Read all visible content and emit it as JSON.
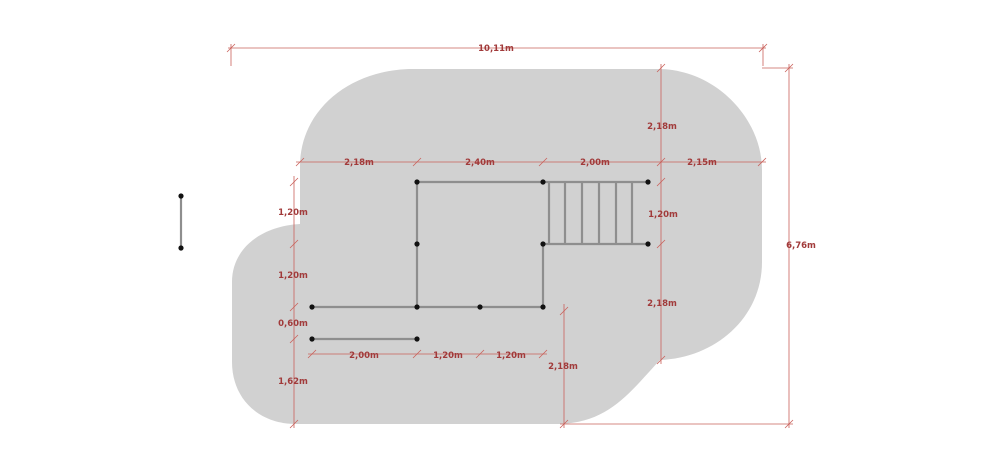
{
  "colors": {
    "surface": "#d1d1d1",
    "dimension": "#c9605a",
    "dimension_text": "#a13a3a",
    "structure": "#8e8e8e",
    "node": "#111111"
  },
  "dimensions": {
    "total_width": "10,11m",
    "total_height": "6,76m",
    "top_right_vertical": "2,18m",
    "middle_right_vertical": "1,20m",
    "lower_right_vertical": "2,18m",
    "bottom_center_vertical": "2,18m",
    "row_segment_1": "2,18m",
    "row_segment_2": "2,40m",
    "row_segment_3": "2,00m",
    "row_segment_4": "2,15m",
    "left_vertical_1": "1,20m",
    "left_vertical_2": "1,20m",
    "left_vertical_3": "0,60m",
    "left_vertical_4": "1,62m",
    "bottom_segment_1": "2,00m",
    "bottom_segment_2": "1,20m",
    "bottom_segment_3": "1,20m"
  }
}
